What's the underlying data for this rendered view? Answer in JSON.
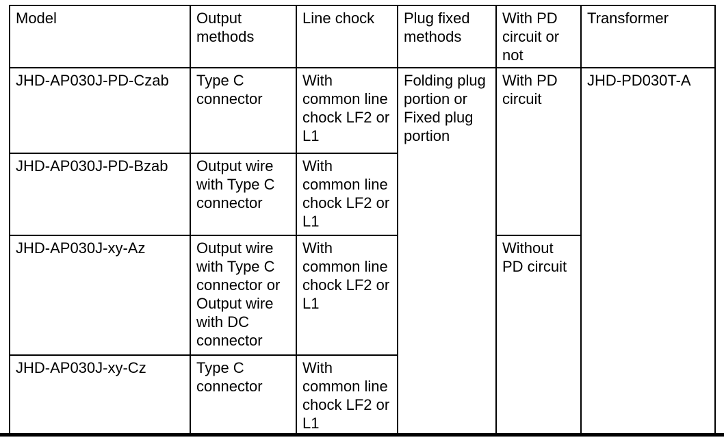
{
  "table": {
    "headers": {
      "model": "Model",
      "output_methods": "Output methods",
      "line_chock": "Line chock",
      "plug_fixed_methods": "Plug fixed methods",
      "pd_circuit": "With PD circuit or not",
      "transformer": "Transformer"
    },
    "rows": [
      {
        "model": "JHD-AP030J-PD-Czab",
        "output_method": "Type C connector",
        "line_chock": "With common line chock LF2 or L1"
      },
      {
        "model": "JHD-AP030J-PD-Bzab",
        "output_method": "Output wire with Type C connector",
        "line_chock": "With common line chock LF2 or L1"
      },
      {
        "model": "JHD-AP030J-xy-Az",
        "output_method": "Output wire with Type C connector or Output wire with DC connector",
        "line_chock": "With common line chock LF2 or L1"
      },
      {
        "model": "JHD-AP030J-xy-Cz",
        "output_method": "Type C connector",
        "line_chock": "With common line chock LF2 or L1"
      }
    ],
    "merged": {
      "plug_fixed_method": "Folding plug portion or Fixed plug portion",
      "pd_with": "With PD circuit",
      "pd_without": "Without PD circuit",
      "transformer": "JHD-PD030T-A"
    },
    "colors": {
      "border": "#000000",
      "text": "#000000",
      "background": "#ffffff"
    }
  }
}
